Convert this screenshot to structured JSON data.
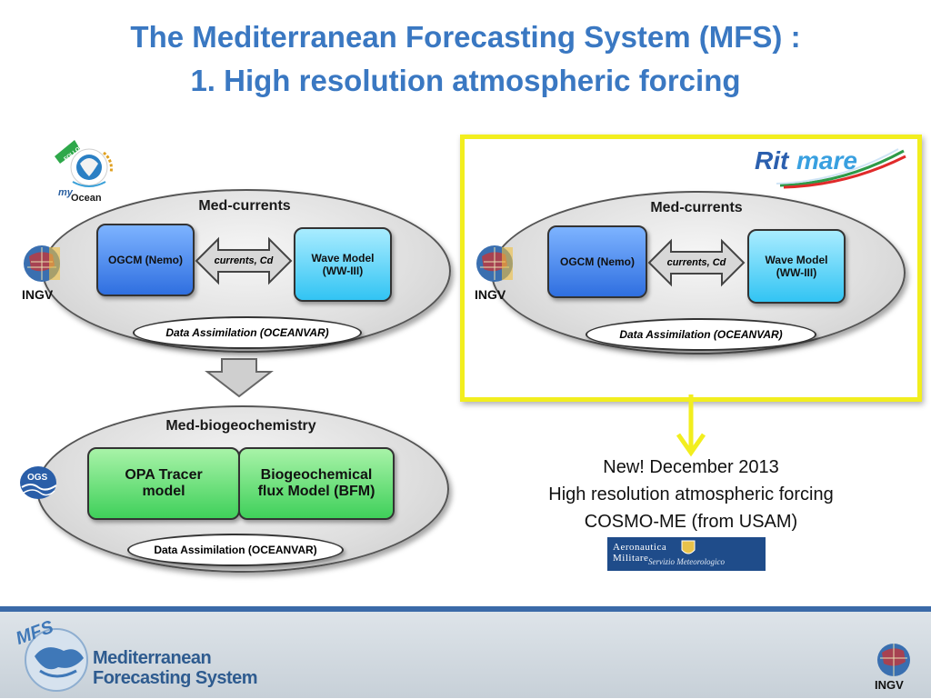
{
  "title": {
    "line1": "The  Mediterranean Forecasting System (MFS) :",
    "line2": "1. High resolution atmospheric forcing"
  },
  "left_diagram": {
    "currents_title": "Med-currents",
    "ogcm": "OGCM (Nemo)",
    "arrow_label": "currents, Cd",
    "wave_model_line1": "Wave Model",
    "wave_model_line2": "(WW-III)",
    "data_assimilation": "Data Assimilation (OCEANVAR)",
    "bio_title": "Med-biogeochemistry",
    "opa_line1": "OPA Tracer",
    "opa_line2": "model",
    "bfm_line1": "Biogeochemical",
    "bfm_line2": "flux Model (BFM)",
    "bio_data_assimilation": "Data Assimilation (OCEANVAR)"
  },
  "right_diagram": {
    "currents_title": "Med-currents",
    "ogcm": "OGCM (Nemo)",
    "arrow_label": "currents, Cd",
    "wave_model_line1": "Wave Model",
    "wave_model_line2": "(WW-III)",
    "data_assimilation": "Data Assimilation (OCEANVAR)"
  },
  "logos": {
    "myocean_follow_on": "FOLLOW-ON",
    "myocean_my": "my",
    "myocean_ocean": "Ocean",
    "ingv": "INGV",
    "ogs": "OGS",
    "ritmare_rit": "Rit",
    "ritmare_mare": "mare",
    "aeronautica_name": "Aeronautica  Militare",
    "aeronautica_sub": "Servizio Meteorologico",
    "mfs_badge": "MFS",
    "footer_line1": "Mediterranean",
    "footer_line2": "Forecasting System",
    "footer_ingv": "INGV"
  },
  "announcement": {
    "line1": "New! December 2013",
    "line2": "High resolution atmospheric forcing",
    "line3": "COSMO-ME (from USAM)"
  },
  "colors": {
    "title_blue": "#3a78c2",
    "highlight_yellow": "#f2ee1e",
    "footer_text": "#2e5b8f"
  }
}
